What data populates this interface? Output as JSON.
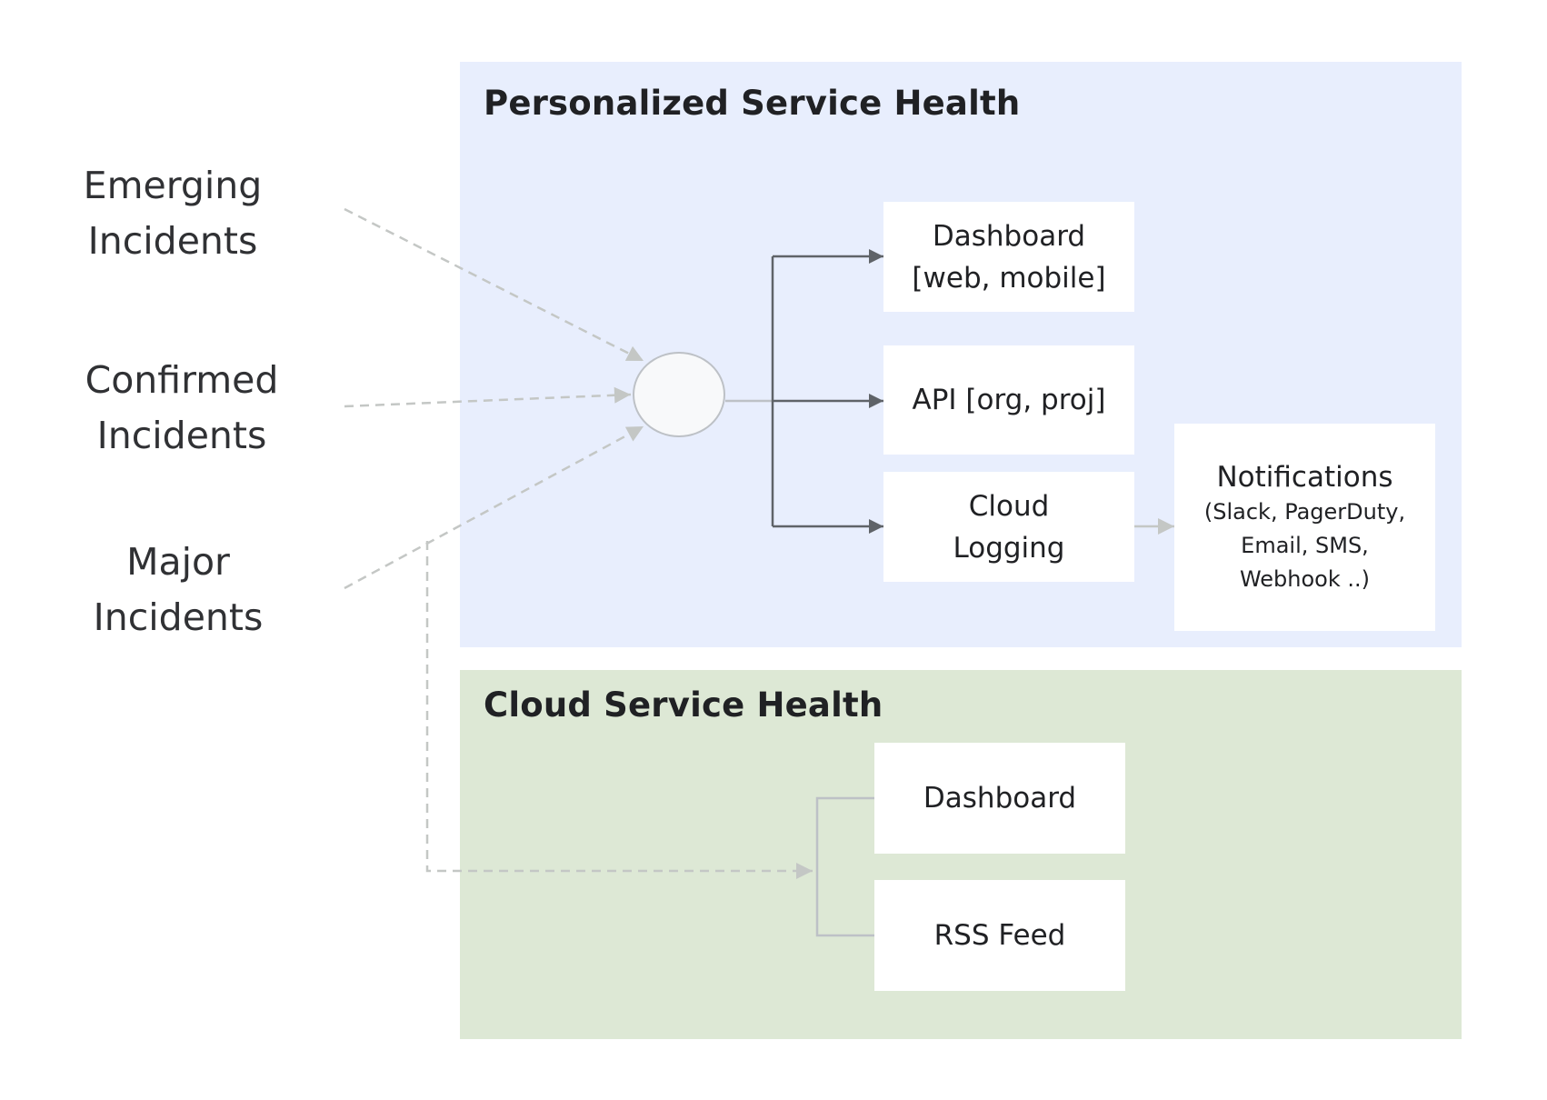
{
  "sources": [
    {
      "label": "Emerging\nIncidents"
    },
    {
      "label": "Confirmed\nIncidents"
    },
    {
      "label": "Major\nIncidents"
    }
  ],
  "personalized_service_health": {
    "title": "Personalized Service Health",
    "outputs": [
      {
        "label": "Dashboard\n[web, mobile]"
      },
      {
        "label": "API [org, proj]"
      },
      {
        "label": "Cloud\nLogging"
      }
    ],
    "notifications": {
      "title": "Notifications",
      "detail": "(Slack, PagerDuty,\nEmail, SMS,\nWebhook ..)"
    }
  },
  "cloud_service_health": {
    "title": "Cloud Service Health",
    "outputs": [
      {
        "label": "Dashboard"
      },
      {
        "label": "RSS Feed"
      }
    ]
  },
  "colors": {
    "psh_background": "#e8eefd",
    "csh_background": "#dde8d5",
    "solid_arrow": "#5f6368",
    "dashed_line": "#c4c7c5"
  }
}
